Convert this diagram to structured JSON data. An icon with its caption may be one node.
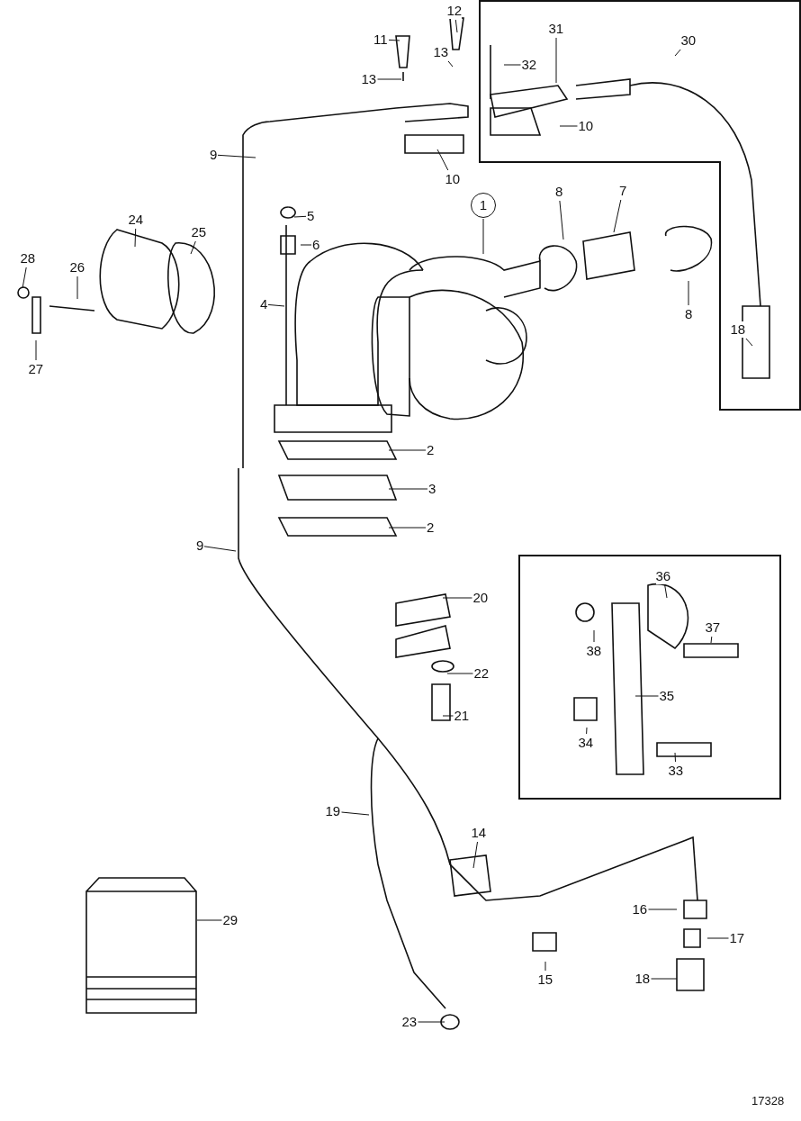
{
  "diagram": {
    "nodes": [
      {
        "text": [
          "12"
        ]
      },
      {
        "text": [
          "11"
        ]
      },
      {
        "text": [
          "13"
        ]
      },
      {
        "text": [
          "13"
        ]
      },
      {
        "text": [
          "9"
        ]
      },
      {
        "text": [
          "10"
        ]
      },
      {
        "text": [
          "31"
        ]
      },
      {
        "text": [
          "30"
        ]
      },
      {
        "text": [
          "32"
        ]
      },
      {
        "text": [
          "10"
        ]
      },
      {
        "text": [
          "1"
        ]
      },
      {
        "text": [
          "8"
        ]
      },
      {
        "text": [
          "7"
        ]
      },
      {
        "text": [
          "5"
        ]
      },
      {
        "text": [
          "6"
        ]
      },
      {
        "text": [
          "24"
        ]
      },
      {
        "text": [
          "25"
        ]
      },
      {
        "text": [
          "28"
        ]
      },
      {
        "text": [
          "26"
        ]
      },
      {
        "text": [
          "4"
        ]
      },
      {
        "text": [
          "8"
        ]
      },
      {
        "text": [
          "18"
        ]
      },
      {
        "text": [
          "27"
        ]
      },
      {
        "text": [
          "2"
        ]
      },
      {
        "text": [
          "3"
        ]
      },
      {
        "text": [
          "2"
        ]
      },
      {
        "text": [
          "9"
        ]
      },
      {
        "text": [
          "20"
        ]
      },
      {
        "text": [
          "36"
        ]
      },
      {
        "text": [
          "37"
        ]
      },
      {
        "text": [
          "38"
        ]
      },
      {
        "text": [
          "22"
        ]
      },
      {
        "text": [
          "35"
        ]
      },
      {
        "text": [
          "21"
        ]
      },
      {
        "text": [
          "34"
        ]
      },
      {
        "text": [
          "33"
        ]
      },
      {
        "text": [
          "19"
        ]
      },
      {
        "text": [
          "14"
        ]
      },
      {
        "text": [
          "29"
        ]
      },
      {
        "text": [
          "16"
        ]
      },
      {
        "text": [
          "17"
        ]
      },
      {
        "text": [
          "15"
        ]
      },
      {
        "text": [
          "18"
        ]
      },
      {
        "text": [
          "23"
        ]
      },
      {
        "text": [],
        "shape": "picture"
      }
    ],
    "edges": [
      {
        "from": 0,
        "to": null,
        "arrow": "none"
      },
      {
        "from": 1,
        "to": null,
        "arrow": "none"
      },
      {
        "from": 2,
        "to": null,
        "arrow": "none"
      },
      {
        "from": 3,
        "to": null,
        "arrow": "none"
      },
      {
        "from": 4,
        "to": null,
        "arrow": "none"
      },
      {
        "from": 5,
        "to": null,
        "arrow": "none"
      },
      {
        "from": 6,
        "to": null,
        "arrow": "none"
      },
      {
        "from": 7,
        "to": null,
        "arrow": "none"
      },
      {
        "from": 8,
        "to": null,
        "arrow": "none"
      },
      {
        "from": 9,
        "to": null,
        "arrow": "none"
      },
      {
        "from": 10,
        "to": null,
        "arrow": "none"
      },
      {
        "from": 11,
        "to": null,
        "arrow": "none"
      },
      {
        "from": 12,
        "to": null,
        "arrow": "none"
      },
      {
        "from": 13,
        "to": null,
        "arrow": "none"
      },
      {
        "from": 14,
        "to": null,
        "arrow": "none"
      },
      {
        "from": 15,
        "to": null,
        "arrow": "none"
      },
      {
        "from": 16,
        "to": null,
        "arrow": "none"
      },
      {
        "from": 17,
        "to": null,
        "arrow": "none"
      },
      {
        "from": 18,
        "to": null,
        "arrow": "none"
      },
      {
        "from": 19,
        "to": null,
        "arrow": "none"
      },
      {
        "from": 20,
        "to": null,
        "arrow": "none"
      },
      {
        "from": 21,
        "to": null,
        "arrow": "none"
      },
      {
        "from": 22,
        "to": null,
        "arrow": "none"
      },
      {
        "from": 23,
        "to": null,
        "arrow": "none"
      },
      {
        "from": 24,
        "to": null,
        "arrow": "none"
      },
      {
        "from": 25,
        "to": null,
        "arrow": "none"
      },
      {
        "from": 26,
        "to": null,
        "arrow": "none"
      },
      {
        "from": 27,
        "to": null,
        "arrow": "none"
      },
      {
        "from": 28,
        "to": null,
        "arrow": "none"
      },
      {
        "from": 29,
        "to": null,
        "arrow": "none"
      },
      {
        "from": 30,
        "to": null,
        "arrow": "none"
      },
      {
        "from": 31,
        "to": null,
        "arrow": "none"
      },
      {
        "from": 32,
        "to": null,
        "arrow": "none"
      },
      {
        "from": 33,
        "to": null,
        "arrow": "none"
      },
      {
        "from": 34,
        "to": null,
        "arrow": "none"
      },
      {
        "from": 35,
        "to": null,
        "arrow": "none"
      },
      {
        "from": 36,
        "to": null,
        "arrow": "none"
      },
      {
        "from": 37,
        "to": null,
        "arrow": "none"
      },
      {
        "from": 38,
        "to": 44,
        "arrow": "none"
      },
      {
        "from": 39,
        "to": null,
        "arrow": "none"
      },
      {
        "from": 40,
        "to": null,
        "arrow": "none"
      },
      {
        "from": 41,
        "to": null,
        "arrow": "none"
      },
      {
        "from": 42,
        "to": null,
        "arrow": "none"
      },
      {
        "from": 43,
        "to": null,
        "arrow": "none"
      }
    ],
    "labels": [
      "17328"
    ]
  }
}
